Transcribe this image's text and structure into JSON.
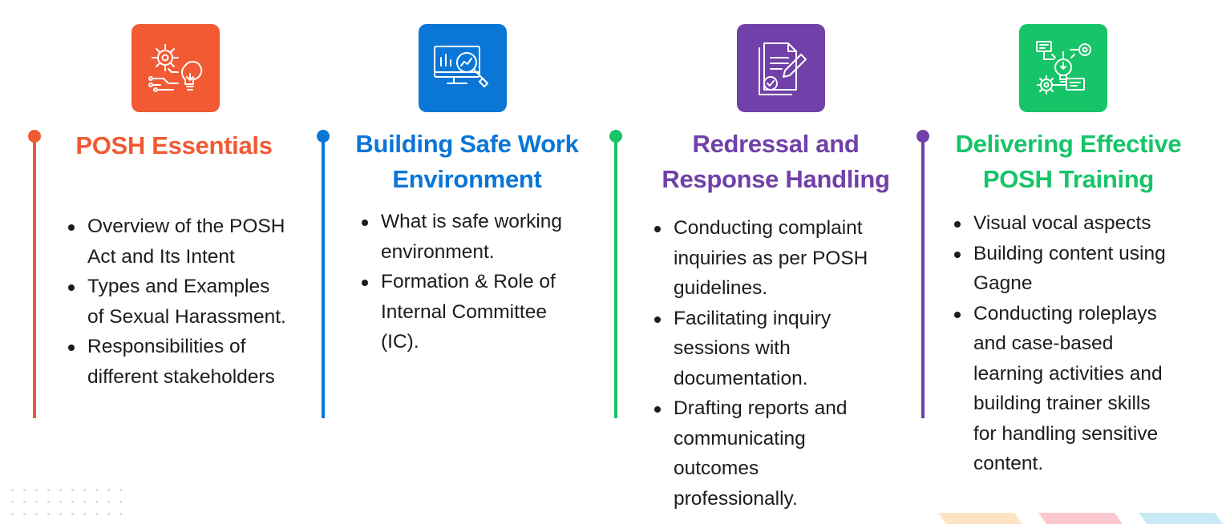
{
  "columns": [
    {
      "id": "posh-essentials",
      "icon": "gear-lightbulb-circuit-icon",
      "color": "#f15a33",
      "title_lines": [
        "POSH Essentials"
      ],
      "bullets": [
        [
          "Overview of the POSH",
          "Act and Its Intent"
        ],
        [
          "Types and Examples",
          "of Sexual Harassment."
        ],
        [
          "Responsibilities of",
          "different stakeholders"
        ]
      ]
    },
    {
      "id": "building-safe-work-environment",
      "icon": "monitor-analytics-magnifier-icon",
      "color": "#0a76d6",
      "title_lines": [
        "Building Safe Work",
        "Environment"
      ],
      "bullets": [
        [
          "What is safe working",
          "environment."
        ],
        [
          "Formation & Role of",
          "Internal Committee",
          "(IC)."
        ]
      ]
    },
    {
      "id": "redressal-response-handling",
      "icon": "document-pen-check-icon",
      "color": "#7140a8",
      "title_lines": [
        "Redressal and",
        "Response Handling"
      ],
      "bullets": [
        [
          "Conducting complaint",
          "inquiries as per POSH",
          "guidelines."
        ],
        [
          "Facilitating inquiry",
          "sessions with",
          "documentation."
        ],
        [
          "Drafting reports and",
          "communicating",
          "outcomes",
          "professionally."
        ]
      ]
    },
    {
      "id": "delivering-effective-posh-training",
      "icon": "lightbulb-gear-network-icon",
      "color": "#17c468",
      "title_lines": [
        "Delivering Effective",
        "POSH Training"
      ],
      "bullets": [
        [
          "Visual vocal aspects"
        ],
        [
          "Building content using",
          "Gagne"
        ],
        [
          "Conducting roleplays",
          "and case-based",
          "learning activities and",
          "building trainer skills",
          "for handling sensitive",
          "content."
        ]
      ]
    }
  ],
  "timeline_colors": [
    "#f15a33",
    "#0a76d6",
    "#17c468",
    "#7140a8"
  ],
  "decor_stripe_colors": [
    "#fde3c4",
    "#fbc7cf",
    "#c8e9f3"
  ]
}
